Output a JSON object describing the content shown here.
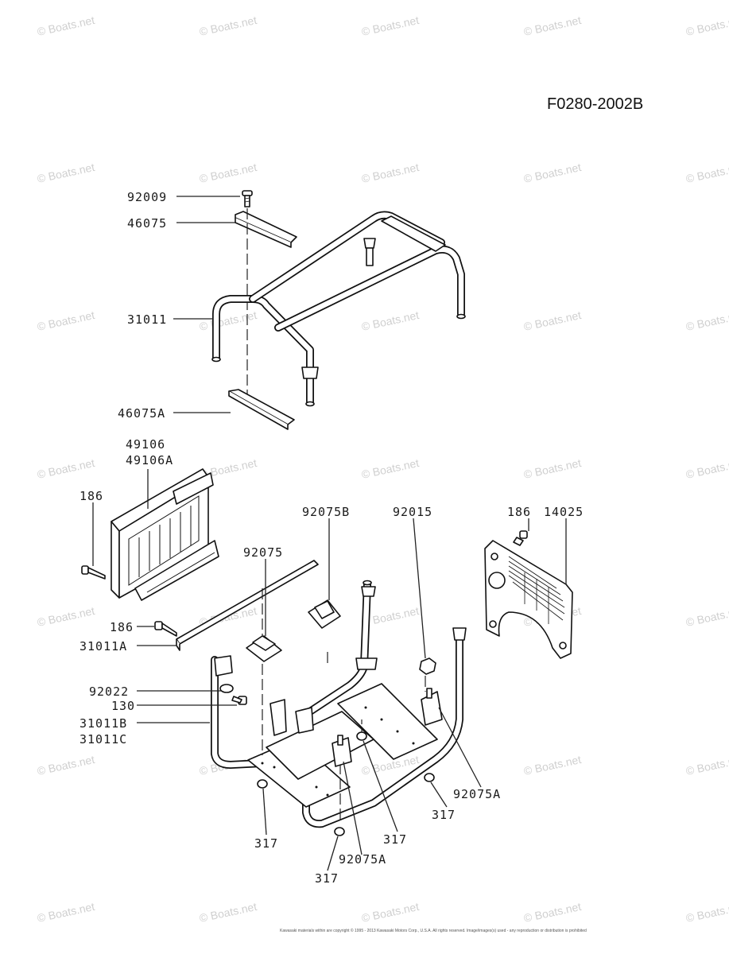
{
  "diagram_code": "F0280-2002B",
  "watermark": "© Boats.net",
  "footer_text": "Kawasaki materials within are copyright © 1995 - 2013 Kawasaki Motors Corp., U.S.A. All rights reserved. Image/images(s) used - any reproduction or distribution is prohibited",
  "part_labels": {
    "p92009": "92009",
    "p46075": "46075",
    "p31011": "31011",
    "p46075A": "46075A",
    "p49106": "49106",
    "p49106A": "49106A",
    "p186_left": "186",
    "p186_mid": "186",
    "p31011A": "31011A",
    "p92022": "92022",
    "p130": "130",
    "p31011B": "31011B",
    "p31011C": "31011C",
    "p92075": "92075",
    "p92075B": "92075B",
    "p92015": "92015",
    "p186_right": "186",
    "p14025": "14025",
    "p92075A_right": "92075A",
    "p317_right": "317",
    "p317_center": "317",
    "p317_left": "317",
    "p92075A_center": "92075A",
    "p317_bottom": "317"
  }
}
